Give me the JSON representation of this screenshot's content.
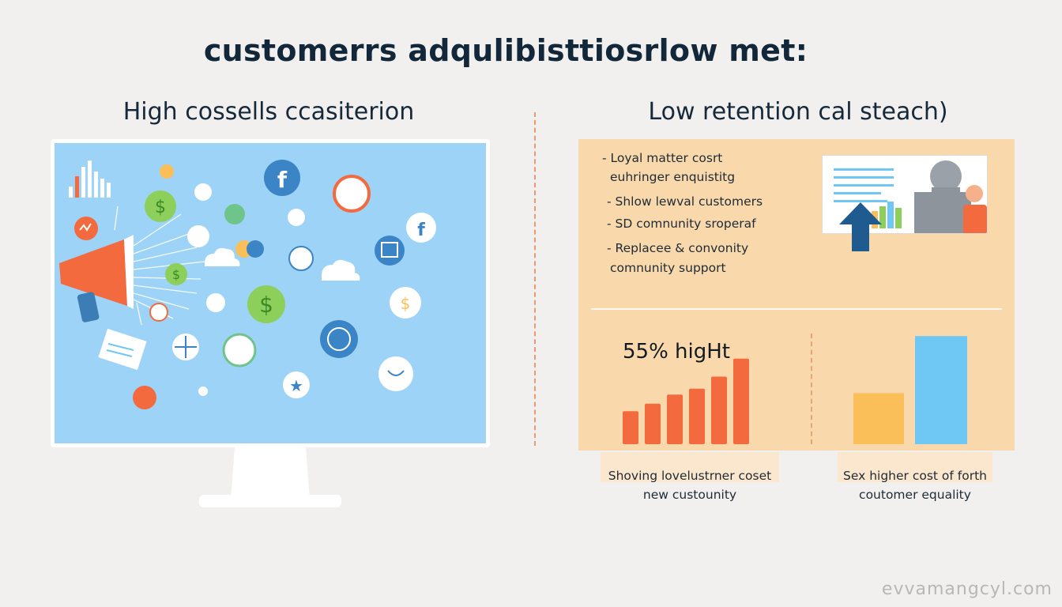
{
  "header": {
    "title": "customerrs adqulibisttiosrlow met:"
  },
  "left_panel": {
    "title": "High cossells ccasiterion",
    "icons": [
      "bar-chart-icon",
      "dollar-icon",
      "facebook-icon",
      "am-badge-icon",
      "megaphone-icon",
      "cloud-icon",
      "document-icon",
      "star-icon",
      "globe-icon",
      "smile-icon"
    ]
  },
  "right_panel": {
    "title": "Low retention cal steach)",
    "bullets": [
      "- Loyal matter cosrt",
      "euhringer enquistitg",
      "- Shlow lewval customers",
      "- SD comnunity sroperaf",
      "- Replacee & convonity",
      "comnunity support"
    ],
    "stat_label": "55% higHt",
    "bar_values": [
      0.22,
      0.27,
      0.33,
      0.37,
      0.45,
      0.57
    ],
    "bar_values_right": [
      0.34,
      0.72
    ],
    "caption_left": [
      "Shoving lovelustrner coset",
      "new custounity"
    ],
    "caption_right": [
      "Sex higher cost of forth",
      "coutomer equality"
    ],
    "colors": {
      "bar_orange": "#f26a3e",
      "bar_yellow": "#fbbf5a",
      "bar_blue": "#6ec8f3",
      "panel_bg": "#f9d9ab"
    }
  },
  "footer": {
    "watermark": "evvamangcyl.com"
  }
}
